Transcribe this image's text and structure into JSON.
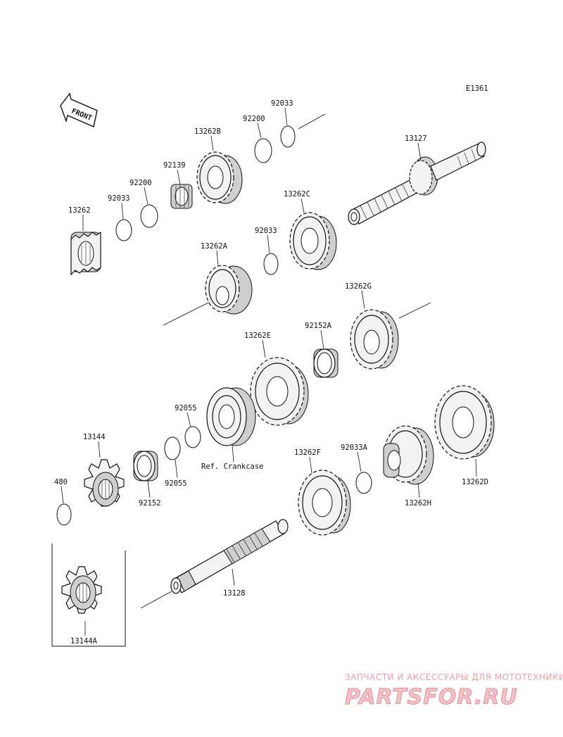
{
  "diagram_code": "E1361",
  "front_label": "FRONT",
  "reference_note": "Ref. Crankcase",
  "parts": {
    "p13262": "13262",
    "p92033_a": "92033",
    "p92200_a": "92200",
    "p92139": "92139",
    "p13262B": "13262B",
    "p92200_b": "92200",
    "p92033_b": "92033",
    "p13127": "13127",
    "p13262C": "13262C",
    "p92033_c": "92033",
    "p13262A": "13262A",
    "p13262G": "13262G",
    "p92152A": "92152A",
    "p13262E": "13262E",
    "p92055_a": "92055",
    "p92055_b": "92055",
    "p13144": "13144",
    "p480": "480",
    "p92152": "92152",
    "p13262F": "13262F",
    "p92033A": "92033A",
    "p13262H": "13262H",
    "p13262D": "13262D",
    "p13128": "13128",
    "p13144A": "13144A"
  },
  "watermark": {
    "tagline": "ЗАПЧАСТИ И АКСЕССУАРЫ ДЛЯ МОТОТЕХНИКИ",
    "brand": "PARTSFOR.RU"
  }
}
